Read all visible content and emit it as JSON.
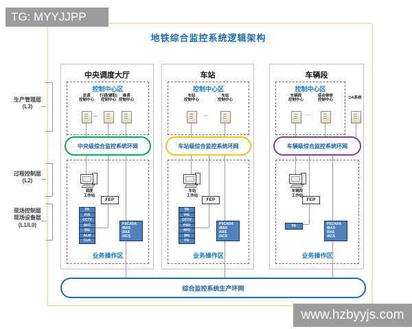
{
  "watermarks": {
    "top": "TG: MYYJJPP",
    "bottom": "www.hzbyyjs.com"
  },
  "title": "地铁综合监控系统逻辑架构",
  "layers": [
    {
      "line1": "生产管理层",
      "line2": "(L3)"
    },
    {
      "line1": "过程控制层",
      "line2": "(L2)"
    },
    {
      "line1": "现场控制层",
      "line2": "现场设备层",
      "line3": "(L1/L0)"
    }
  ],
  "columns": [
    {
      "title": "中央调度大厅",
      "control_zone": "控制中心区",
      "servers": [
        {
          "line1": "总调",
          "line2": "控制中心"
        },
        {
          "line1": "行调(辅助)",
          "line2": "控制中心"
        },
        {
          "line1": "维调",
          "line2": "控制中心"
        }
      ],
      "separator": "—",
      "ring": {
        "label": "中央级综合监控系统环网",
        "color": "#00a55e"
      },
      "workstation": {
        "line1": "调度",
        "line2": "工作站"
      },
      "fep": "FEP",
      "stack": [
        "PA",
        "PIS",
        "CCTV",
        "AFC",
        "SIG",
        "ALM",
        "CLK"
      ],
      "pscada": [
        "PSCADA",
        "/BAS",
        "/FAS",
        "/ACS"
      ],
      "ops_zone": "业务操作区"
    },
    {
      "title": "车站",
      "control_zone": "控制中心区",
      "servers": [
        {
          "line1": "车站",
          "line2": "控制中心"
        },
        {
          "line1": "车站",
          "line2": "控制中心"
        }
      ],
      "separator": "⋯",
      "ring": {
        "label": "车站级综合监控系统环网",
        "color": "#eec41d"
      },
      "workstation": {
        "line1": "车站",
        "line2": "工作站"
      },
      "fep": "FEP",
      "stack": [
        "PA",
        "PIS",
        "CCTV",
        "PSD",
        "AFC",
        "SIG",
        "FG"
      ],
      "pscada": [
        "PSCADA",
        "/BAS",
        "/FAS",
        "/ACS"
      ],
      "ops_zone": "业务操作区"
    },
    {
      "title": "车辆段",
      "control_zone": "控制中心区",
      "servers": [
        {
          "line1": "车辆段",
          "line2": "控制中心"
        },
        {
          "line1": "综合维修",
          "line2": "控制中心"
        }
      ],
      "separator": "⋯⋯",
      "oa_label": "OA系统",
      "ring": {
        "label": "车辆级综合监控系统环网",
        "color": "#7d3f98"
      },
      "workstation": {
        "line1": "车辆段",
        "line2": "工作站"
      },
      "fep": "FEP",
      "stack": [
        "PA"
      ],
      "pscada": [
        "PSCADA",
        "/BAS",
        "/FAS",
        "/ACS"
      ],
      "ops_zone": "业务操作区"
    }
  ],
  "bottom_ring": {
    "label": "综合监控系统生产环网",
    "color": "#1e6cb5"
  },
  "colors": {
    "title_blue": "#1b6cae",
    "zone_label_blue": "#1879c5",
    "box_fill": "#4f81bd",
    "box_border": "#17375e"
  }
}
